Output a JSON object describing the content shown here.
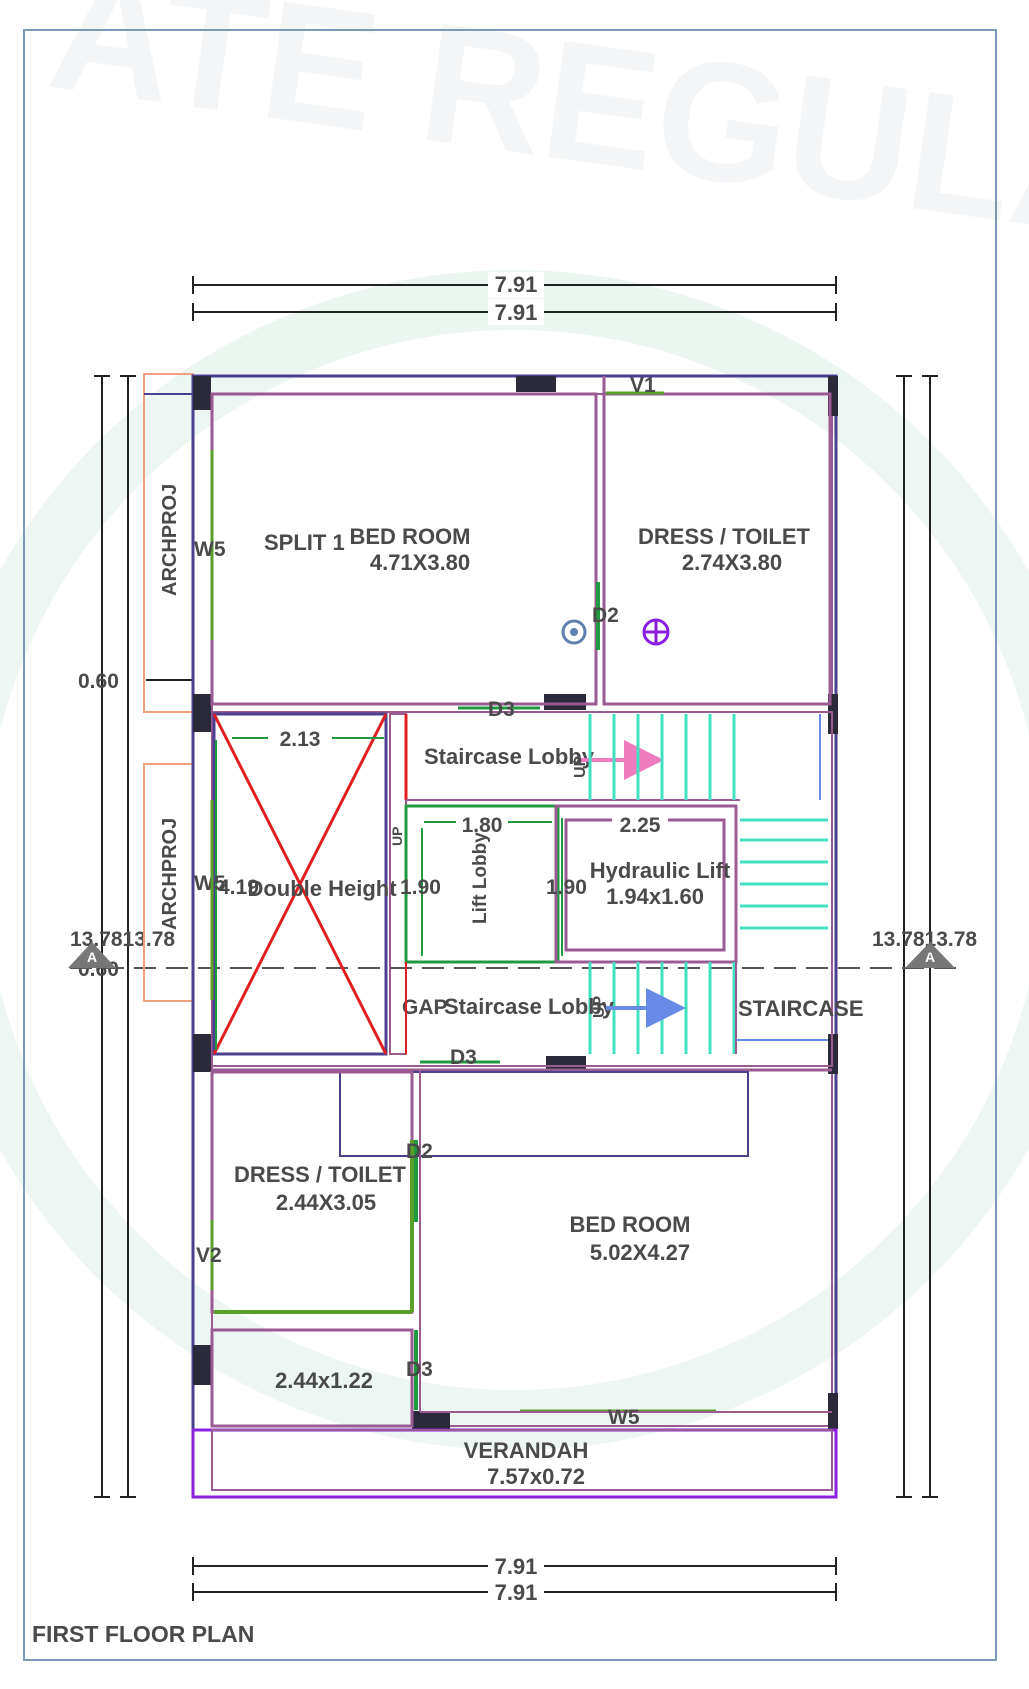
{
  "title": "FIRST FLOOR PLAN",
  "watermark_text": "ATE REGULA",
  "colors": {
    "wall": "#4b3f8f",
    "inner_wall": "#9a5a92",
    "stair": "#40e0c0",
    "window": "#5aa02a",
    "door": "#1f9a40",
    "cross": "#e02020",
    "proj": "#f0a080",
    "verandah": "#8a20e0",
    "dim": "#222222",
    "arrow_pink": "#f07cc0",
    "arrow_blue": "#6a8ae8",
    "text": "#4a4a4a"
  },
  "dimensions": {
    "top_1": "7.91",
    "top_2": "7.91",
    "bottom_1": "7.91",
    "bottom_2": "7.91",
    "left_offset": "0.60",
    "left_side": "13.7813.78",
    "left_offset_2": "0.60",
    "right_side": "13.7813.78",
    "double_height_w": "2.13",
    "double_height_h": "4.19",
    "lift_lobby_w": "1.80",
    "lift_lobby_h": "1.90",
    "lift_h": "1.90",
    "lift_w": "2.25"
  },
  "rooms": {
    "bedroom_1_name": "BED ROOM",
    "bedroom_1_size": "4.71X3.80",
    "split": "SPLIT 1",
    "dress_toilet_1_name": "DRESS / TOILET",
    "dress_toilet_1_size": "2.74X3.80",
    "staircase_lobby_1": "Staircase Lobby",
    "staircase_lobby_2": "Staircase Lobby",
    "gap": "GAP",
    "double_height": "Double Height",
    "lift_lobby": "Lift Lobby",
    "hydraulic_lift_name": "Hydraulic Lift",
    "hydraulic_lift_size": "1.94x1.60",
    "staircase": "STAIRCASE",
    "dress_toilet_2_name": "DRESS / TOILET",
    "dress_toilet_2_size": "2.44X3.05",
    "bedroom_2_name": "BED ROOM",
    "bedroom_2_size": "5.02X4.27",
    "small_room_size": "2.44x1.22",
    "verandah_name": "VERANDAH",
    "verandah_size": "7.57x0.72"
  },
  "openings": {
    "v1": "V1",
    "v2": "V2",
    "w5_left": "W5",
    "w5_left_2": "W5",
    "w5_bottom": "W5",
    "d2_top": "D2",
    "d2_bottom": "D2",
    "d3_top": "D3",
    "d3_mid": "D3",
    "d3_bottom": "D3",
    "up_1": "UP",
    "up_2": "UP",
    "up_3": "UP"
  },
  "projections": {
    "archproj_1": "ARCHPROJ",
    "archproj_2": "ARCHPROJ"
  },
  "section_marks": {
    "left": "A",
    "right": "A"
  }
}
